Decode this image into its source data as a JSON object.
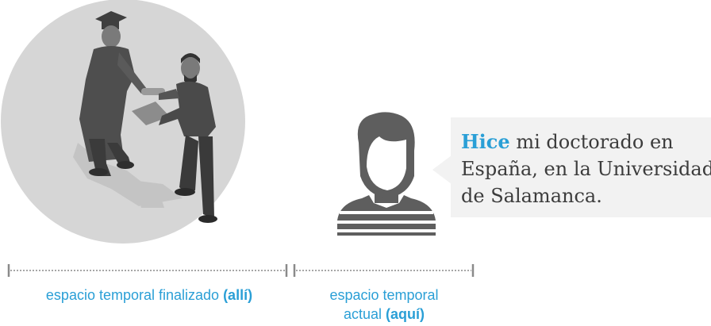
{
  "speech_bubble": {
    "verb": "Hice",
    "line1_rest": " mi doctorado en",
    "line2": "España, en la Universidad",
    "line3": "de Salamanca."
  },
  "timeline": {
    "past": {
      "text": "espacio temporal finalizado ",
      "emphasis": "(allí)"
    },
    "present": {
      "line1": "espacio temporal",
      "line2_text": "actual ",
      "emphasis": "(aquí)"
    }
  },
  "colors": {
    "accent": "#2a9fd6",
    "circle": "#d6d6d6",
    "figure": "#5e5e5e",
    "timeline": "#8a8a8a",
    "bubble": "#f2f2f2"
  },
  "icons": {
    "graduation": "graduation-handshake-illustration",
    "person": "person-avatar-icon"
  }
}
